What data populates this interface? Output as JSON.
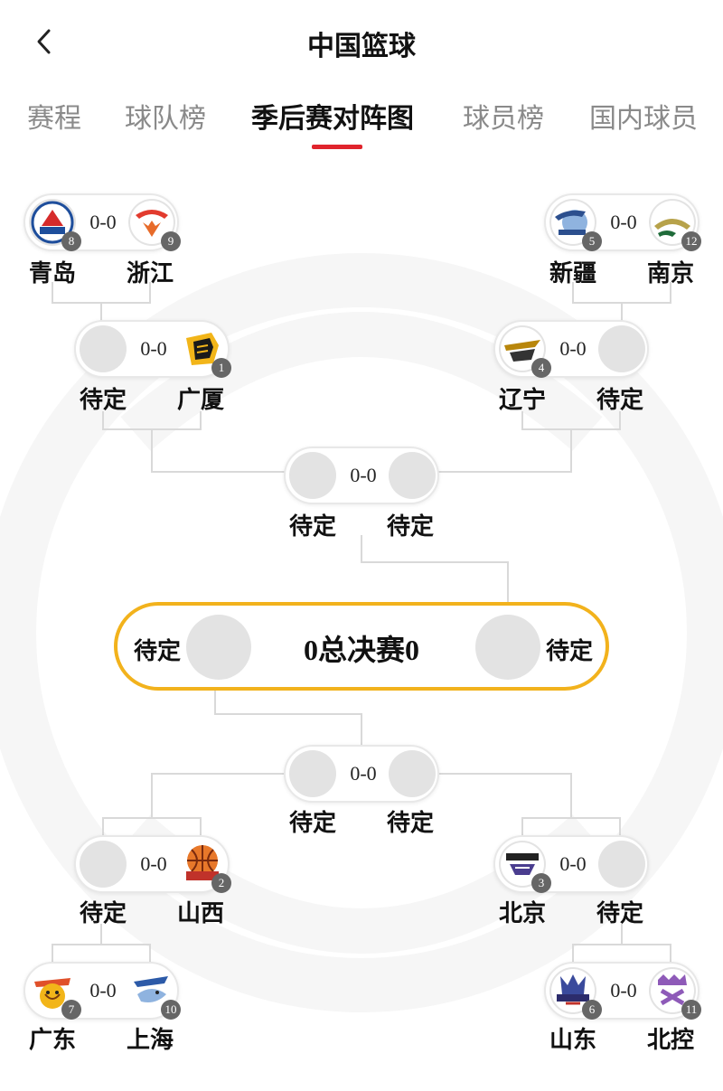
{
  "header": {
    "title": "中国篮球",
    "back_icon": "chevron-left-icon"
  },
  "tabs": [
    {
      "label": "赛程",
      "active": false
    },
    {
      "label": "球队榜",
      "active": false
    },
    {
      "label": "季后赛对阵图",
      "active": true
    },
    {
      "label": "球员榜",
      "active": false
    },
    {
      "label": "国内球员",
      "active": false
    }
  ],
  "colors": {
    "accent": "#e0242c",
    "final_border": "#f2b21c"
  },
  "bracket": {
    "top_left_r1": {
      "team1": "青岛",
      "seed1": "8",
      "team2": "浙江",
      "seed2": "9",
      "score": "0-0"
    },
    "top_right_r1": {
      "team1": "新疆",
      "seed1": "5",
      "team2": "南京",
      "seed2": "12",
      "score": "0-0"
    },
    "top_left_qf": {
      "team1": "待定",
      "team2": "广厦",
      "seed2": "1",
      "score": "0-0"
    },
    "top_right_qf": {
      "team1": "辽宁",
      "seed1": "4",
      "team2": "待定",
      "score": "0-0"
    },
    "top_sf": {
      "team1": "待定",
      "team2": "待定",
      "score": "0-0"
    },
    "final": {
      "team1": "待定",
      "team2": "待定",
      "score1": "0",
      "label": "总决赛",
      "score2": "0"
    },
    "bottom_sf": {
      "team1": "待定",
      "team2": "待定",
      "score": "0-0"
    },
    "bottom_left_qf": {
      "team1": "待定",
      "team2": "山西",
      "seed2": "2",
      "score": "0-0"
    },
    "bottom_right_qf": {
      "team1": "北京",
      "seed1": "3",
      "team2": "待定",
      "score": "0-0"
    },
    "bottom_left_r1": {
      "team1": "广东",
      "seed1": "7",
      "team2": "上海",
      "seed2": "10",
      "score": "0-0"
    },
    "bottom_right_r1": {
      "team1": "山东",
      "seed1": "6",
      "team2": "北控",
      "seed2": "11",
      "score": "0-0"
    }
  }
}
